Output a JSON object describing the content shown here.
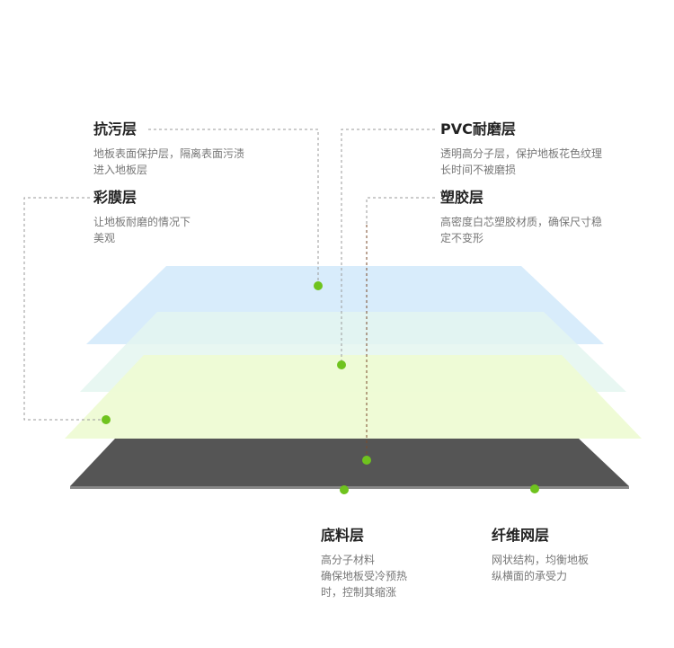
{
  "colors": {
    "dot": "#6fc31e",
    "line": "#9a9a9a",
    "marker_line": "#7a4a2a",
    "layer_pvc": "#d6ebfb",
    "layer_film": "#e4f6f0",
    "layer_print": "#eefbd4",
    "layer_base": "#555555"
  },
  "labels": {
    "antifouling": {
      "title": "抗污层",
      "desc1": "地板表面保护层，隔离表面污渍",
      "desc2": "进入地板层"
    },
    "color_film": {
      "title": "彩膜层",
      "desc1": "让地板耐磨的情况下",
      "desc2": "美观"
    },
    "pvc_wear": {
      "title": "PVC耐磨层",
      "desc1": "透明高分子层，保护地板花色纹理",
      "desc2": "长时间不被磨损"
    },
    "plastic": {
      "title": "塑胶层",
      "desc1": "高密度白芯塑胶材质，确保尺寸稳",
      "desc2": "定不变形"
    },
    "base": {
      "title": "底料层",
      "desc1": "高分子材料",
      "desc2": "确保地板受冷预热",
      "desc3": "时，控制其缩涨"
    },
    "fiber": {
      "title": "纤维网层",
      "desc1": "网状结构，均衡地板",
      "desc2": "纵横面的承受力"
    }
  }
}
